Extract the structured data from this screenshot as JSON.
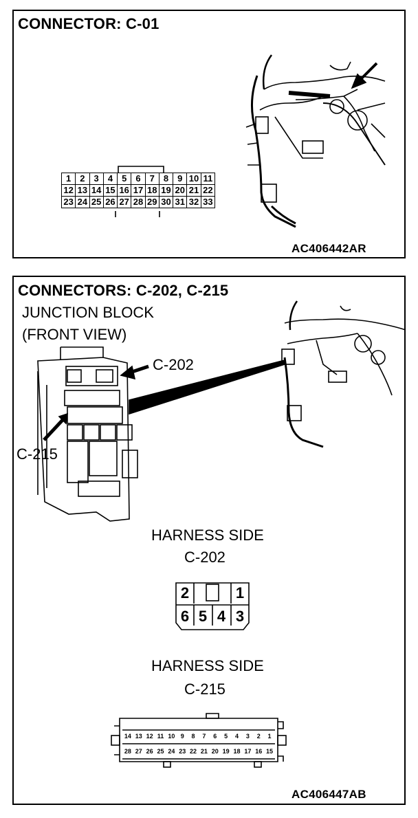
{
  "panel1": {
    "title": "CONNECTOR: C-01",
    "code": "AC406442AR",
    "pins_rows": [
      [
        "1",
        "2",
        "3",
        "4",
        "5",
        "6",
        "7",
        "8",
        "9",
        "10",
        "11"
      ],
      [
        "12",
        "13",
        "14",
        "15",
        "16",
        "17",
        "18",
        "19",
        "20",
        "21",
        "22"
      ],
      [
        "23",
        "24",
        "25",
        "26",
        "27",
        "28",
        "29",
        "30",
        "31",
        "32",
        "33"
      ]
    ]
  },
  "panel2": {
    "title": "CONNECTORS: C-202, C-215",
    "jb_line1": "JUNCTION BLOCK",
    "jb_line2": "(FRONT VIEW)",
    "c202_label": "C-202",
    "c215_label": "C-215",
    "harness_side": "HARNESS SIDE",
    "c202_name": "C-202",
    "c215_name": "C-215",
    "c202_pins": {
      "top_left": "2",
      "top_right": "1",
      "bottom": [
        "6",
        "5",
        "4",
        "3"
      ]
    },
    "c215_pins_top": [
      "14",
      "13",
      "12",
      "11",
      "10",
      "9",
      "8",
      "7",
      "6",
      "5",
      "4",
      "3",
      "2",
      "1"
    ],
    "c215_pins_bottom": [
      "28",
      "27",
      "26",
      "25",
      "24",
      "23",
      "22",
      "21",
      "20",
      "19",
      "18",
      "17",
      "16",
      "15"
    ],
    "code": "AC406447AB"
  }
}
